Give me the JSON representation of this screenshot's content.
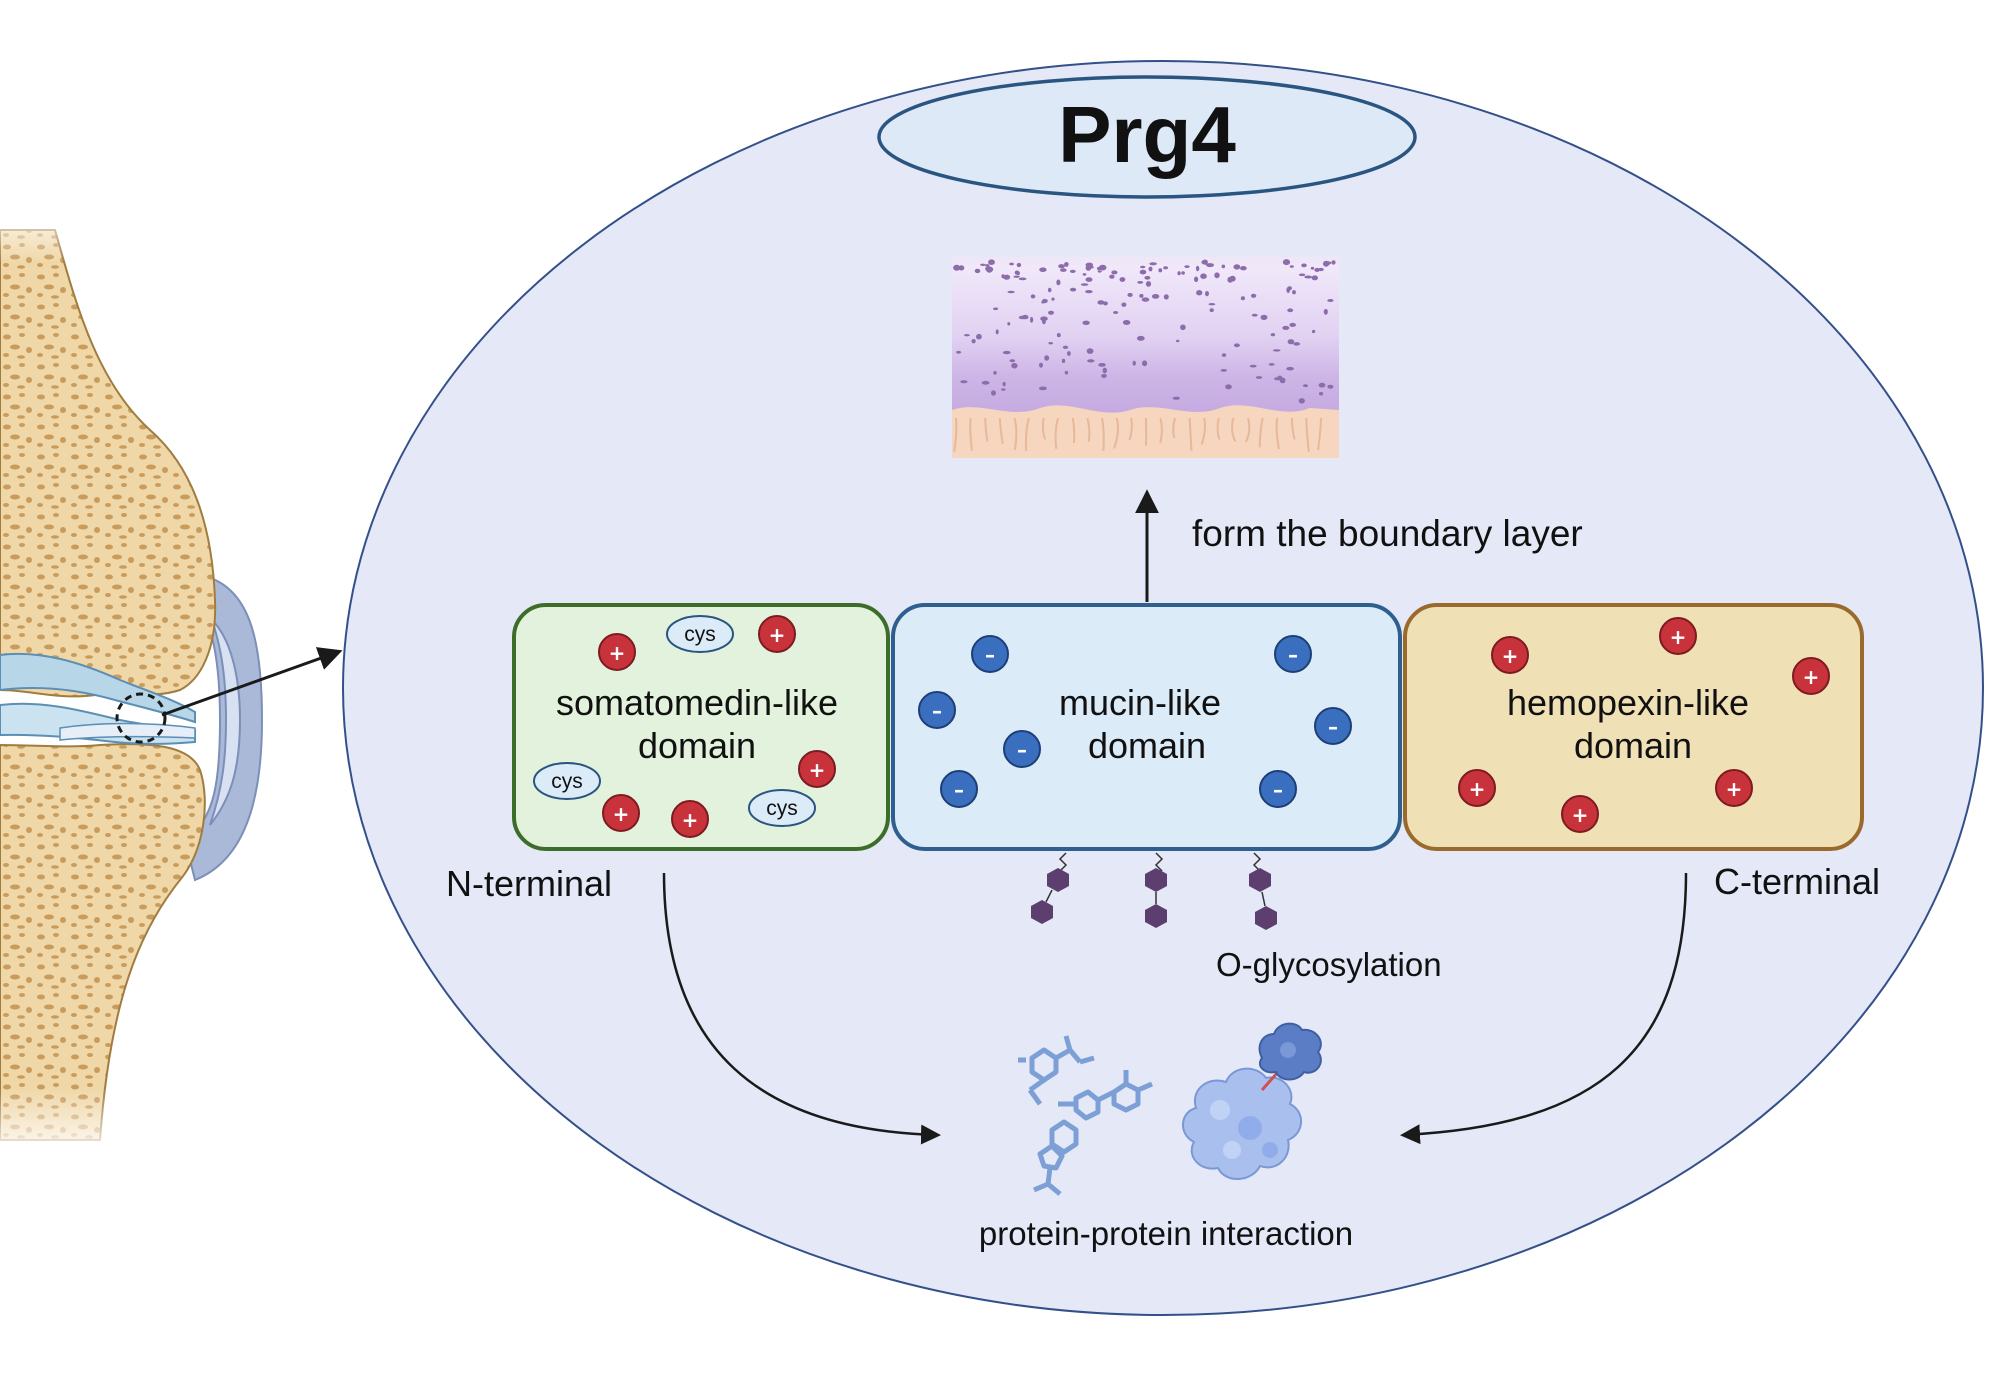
{
  "title": "Prg4",
  "boundary_label": "form the boundary layer",
  "domains": [
    {
      "label_line1": "somatomedin-like",
      "label_line2": "domain",
      "fill": "#e2f2dc",
      "stroke": "#3c6e2a"
    },
    {
      "label_line1": "mucin-like",
      "label_line2": "domain",
      "fill": "#dcebf8",
      "stroke": "#2f5f8f"
    },
    {
      "label_line1": "hemopexin-like",
      "label_line2": "domain",
      "fill": "#f0e0b6",
      "stroke": "#9a6a2c"
    }
  ],
  "n_terminal": "N-terminal",
  "c_terminal": "C-terminal",
  "glycosylation_label": "O-glycosylation",
  "interaction_label": "protein-protein interaction",
  "cys_label": "cys",
  "plus_symbol": "+",
  "minus_symbol": "–",
  "colors": {
    "positive": "#c8333b",
    "negative": "#3a6fc0",
    "oval_fill": "#e4e8f7",
    "oval_stroke": "#34508a",
    "title_fill": "#dde9f7",
    "title_stroke": "#2a5580",
    "glycan": "#5c3f6e",
    "bone": "#efd7a8",
    "bone_pore": "#c69a5a",
    "cartilage": "#b7d6e8",
    "synovium": "#aab9d8"
  }
}
